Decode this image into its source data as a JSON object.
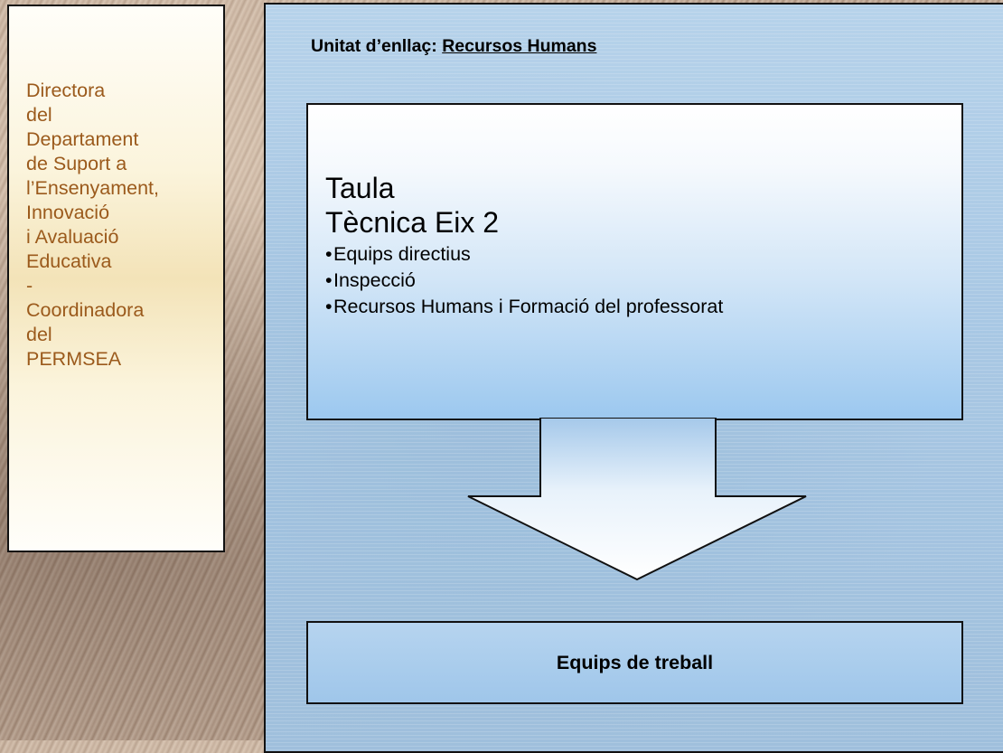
{
  "sidebar": {
    "lines": [
      "Directora",
      "del",
      "Departament",
      "de Suport a",
      "l’Ensenyament,",
      "Innovació",
      "i Avaluació",
      "Educativa",
      "-",
      "Coordinadora",
      "del",
      "PERMSEA"
    ]
  },
  "panel": {
    "title_prefix": "Unitat d’enllaç:",
    "title_link": "Recursos Humans"
  },
  "taula": {
    "title_line1": "Taula",
    "title_line2": "Tècnica Eix 2",
    "bullet": "•",
    "items": [
      "Equips directius",
      "Inspecció",
      "Recursos Humans i Formació del professorat"
    ]
  },
  "equips": {
    "label": "Equips de treball"
  },
  "colors": {
    "sidebar_text": "#9b5a1c",
    "panel_bg": "#a9c8e4",
    "box_border": "#111111"
  }
}
